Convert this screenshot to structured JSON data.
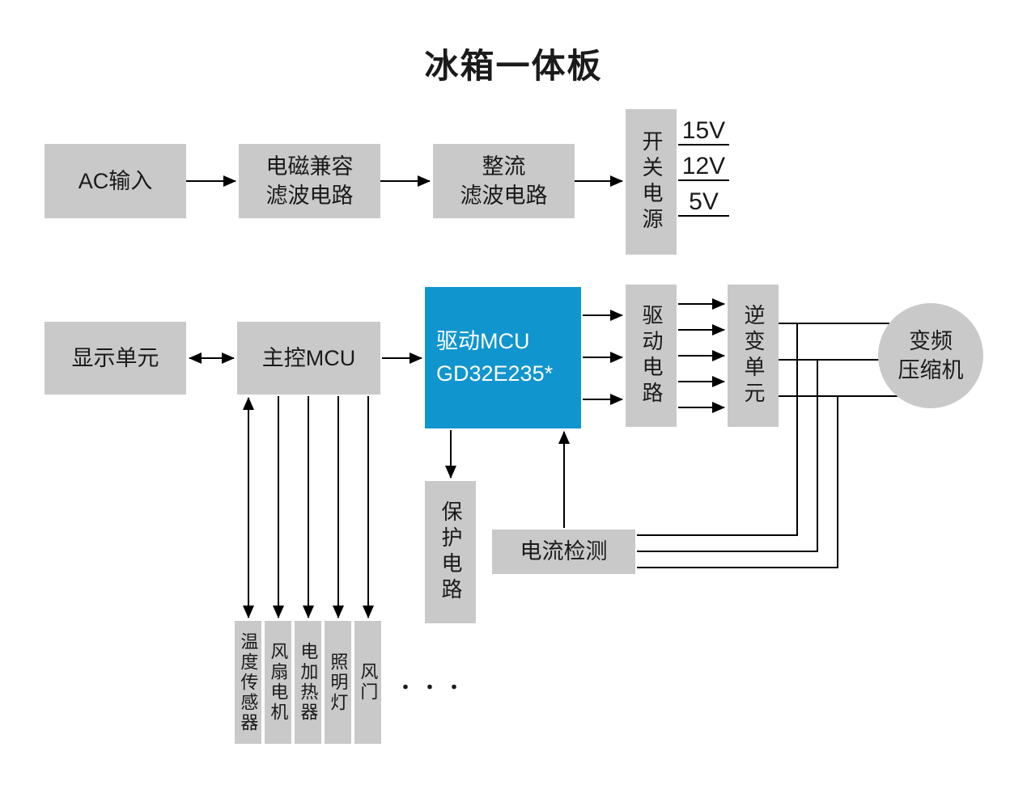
{
  "title": "冰箱一体板",
  "colors": {
    "box_gray": "#c9c9c9",
    "mcu_blue": "#1095cf",
    "line_black": "#000000",
    "text_dark": "#1a1a1a",
    "mcu_text": "#ffffff"
  },
  "blocks": {
    "ac_input": "AC输入",
    "emc_filter": [
      "电磁兼容",
      "滤波电路"
    ],
    "rectifier_filter": [
      "整流",
      "滤波电路"
    ],
    "switching_power": "开关电源",
    "power_rails": [
      "15V",
      "12V",
      "5V"
    ],
    "display_unit": "显示单元",
    "main_mcu": "主控MCU",
    "drive_mcu": [
      "驱动MCU",
      "GD32E235*"
    ],
    "drive_circuit": "驱动电路",
    "inverter_unit": "逆变单元",
    "compressor": [
      "变频",
      "压缩机"
    ],
    "protection_circuit": "保护电路",
    "current_detect": "电流检测",
    "peripherals": [
      "温度传感器",
      "风扇电机",
      "电加热器",
      "照明灯",
      "风门"
    ],
    "ellipsis": "・・・"
  }
}
